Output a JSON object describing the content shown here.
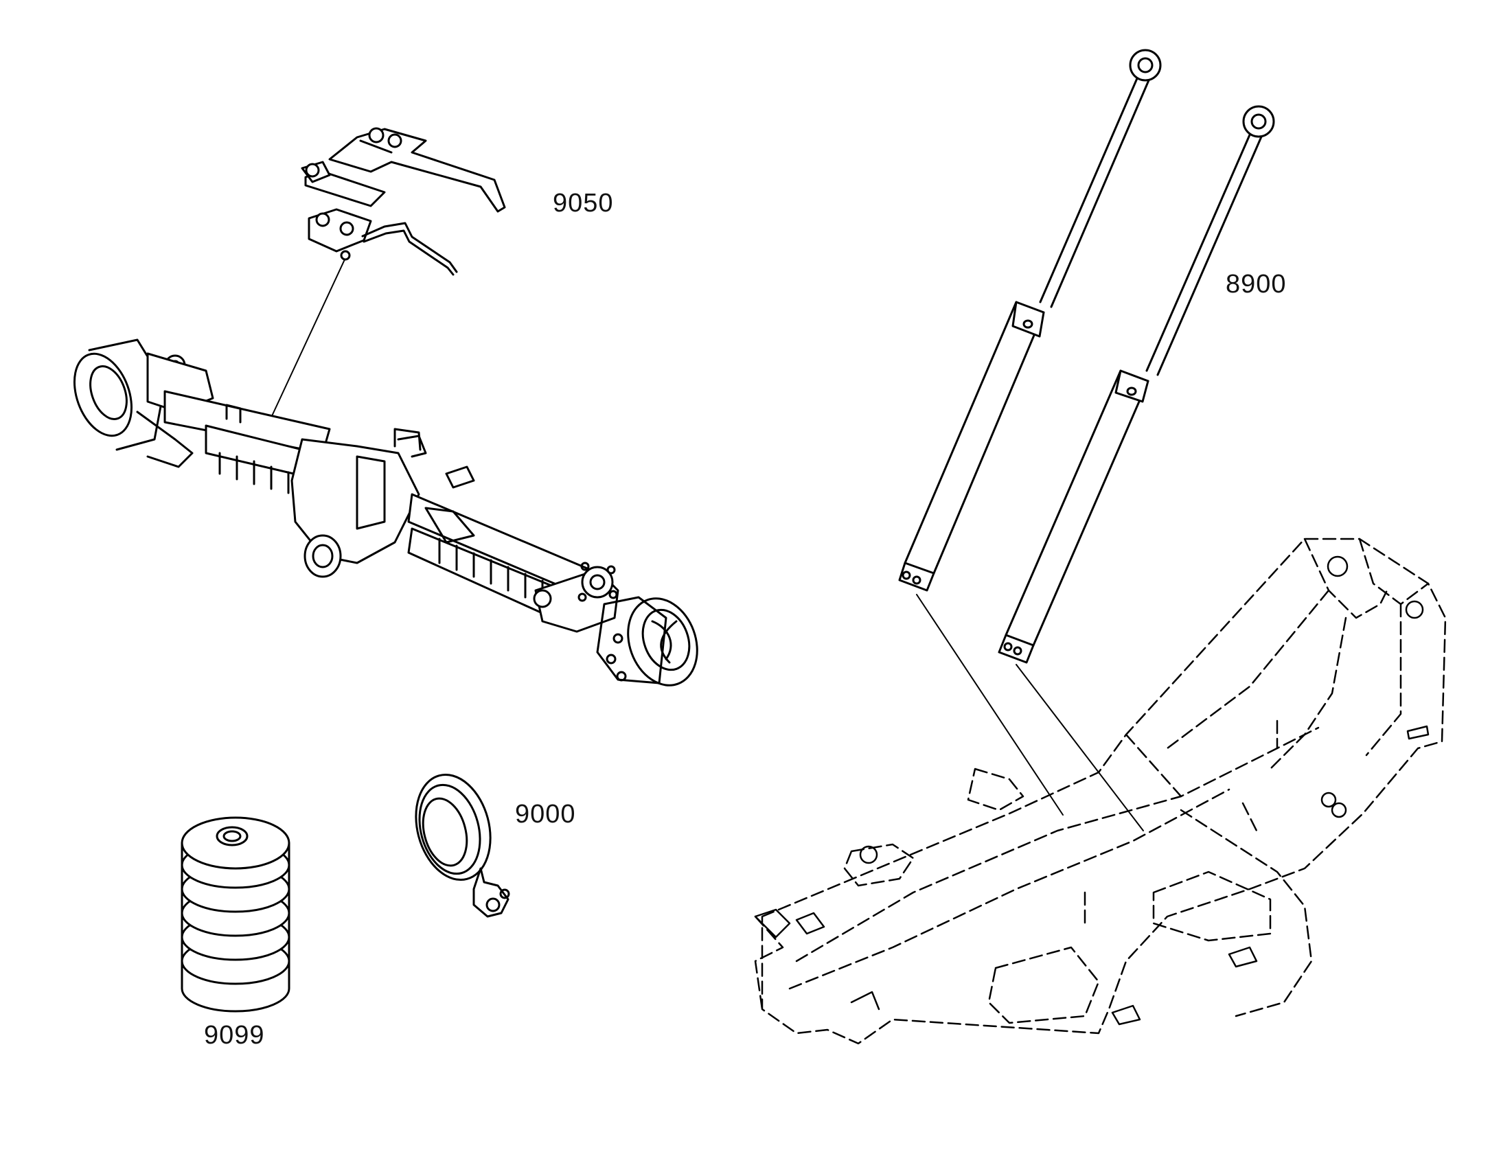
{
  "callouts": {
    "p9050": "9050",
    "p8900": "8900",
    "p9000": "9000",
    "p9099": "9099"
  },
  "colors": {
    "ink": "#000000",
    "background": "#ffffff"
  }
}
